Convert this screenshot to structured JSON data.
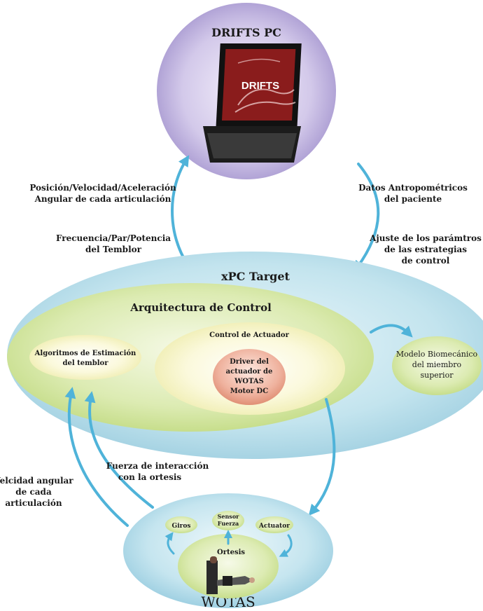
{
  "drifts_pc": {
    "title": "DRIFTS PC",
    "screen_text": "DRIFTS"
  },
  "left_upper_label": [
    "Posición/Velocidad/Aceleración",
    "Angular de cada articulación"
  ],
  "left_lower_label": [
    "Frecuencia/Par/Potencia",
    "del Temblor"
  ],
  "right_upper_label": [
    "Datos Antropométricos",
    "del paciente"
  ],
  "right_lower_label": [
    "Ajuste de los parámtros",
    "de las estrategias",
    "de control"
  ],
  "xpc": {
    "title": "xPC Target",
    "architecture": {
      "title": "Arquitectura de Control",
      "algorithms": [
        "Algoritmos de Estimación",
        "del temblor"
      ],
      "control_title": "Control de Actuador",
      "driver": [
        "Driver del",
        "actuador de",
        "WOTAS",
        "Motor DC"
      ]
    },
    "model": [
      "Modelo Biomecánico",
      "del miembro",
      "superior"
    ]
  },
  "force_label": [
    "Fuerza de interacción",
    "con la ortesis"
  ],
  "velocity_label": [
    "Velcidad angular",
    "de cada",
    "articulación"
  ],
  "wotas": {
    "title": "WOTAS",
    "giros": "Giros",
    "sensor": [
      "Sensor",
      "Fuerza"
    ],
    "actuator": "Actuator",
    "ortesis": "Ortesis"
  },
  "colors": {
    "arrow": "#4fb3d9",
    "purple_outer": "#b5a6d6",
    "xpc_blue": "#b9dfea",
    "green": "#d6e7a6",
    "yellow": "#f7f5c8",
    "salmon": "#e99f8a"
  }
}
